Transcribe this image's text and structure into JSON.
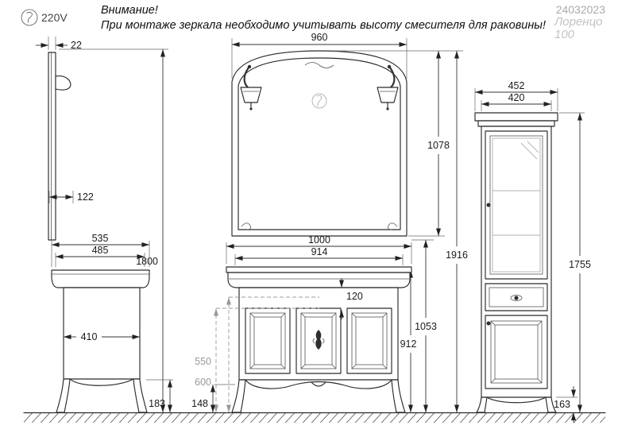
{
  "header": {
    "voltage": "220V",
    "attention_title": "Внимание!",
    "attention_text": "При монтаже зеркала необходимо учитывать высоту смесителя для раковины!",
    "doc_number": "24032023",
    "model_name": "Лоренцо",
    "model_size": "100"
  },
  "dimensions": {
    "mirror_side_thickness": "22",
    "mirror_side_depth": "122",
    "mirror_width": "960",
    "mirror_height": "1078",
    "overall_height_left": "1800",
    "overall_height_right": "1916",
    "side_top_depth": "535",
    "side_top_depth_inner": "485",
    "side_body_depth": "410",
    "side_leg_height": "183",
    "vanity_width": "1000",
    "vanity_inner_width": "914",
    "countertop_rail_height": "120",
    "clearance_550": "550",
    "clearance_600": "600",
    "vanity_leg_height": "148",
    "vanity_top_height": "912",
    "vanity_splash_height": "1053",
    "column_width": "452",
    "column_body_width": "420",
    "column_height": "1755",
    "column_leg_height": "163"
  }
}
